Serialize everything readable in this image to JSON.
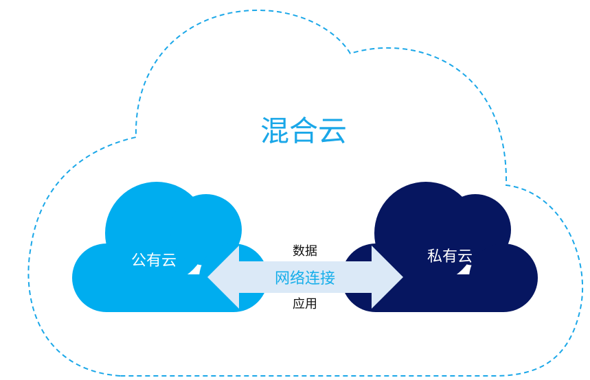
{
  "title": "混合云",
  "public_cloud": "公有云",
  "private_cloud": "私有云",
  "connection": "网络连接",
  "top_label": "数据",
  "bottom_label": "应用",
  "colors": {
    "accent": "#1aa7e8",
    "public": "#00adef",
    "private": "#061660",
    "arrow": "#dbe9f7"
  }
}
